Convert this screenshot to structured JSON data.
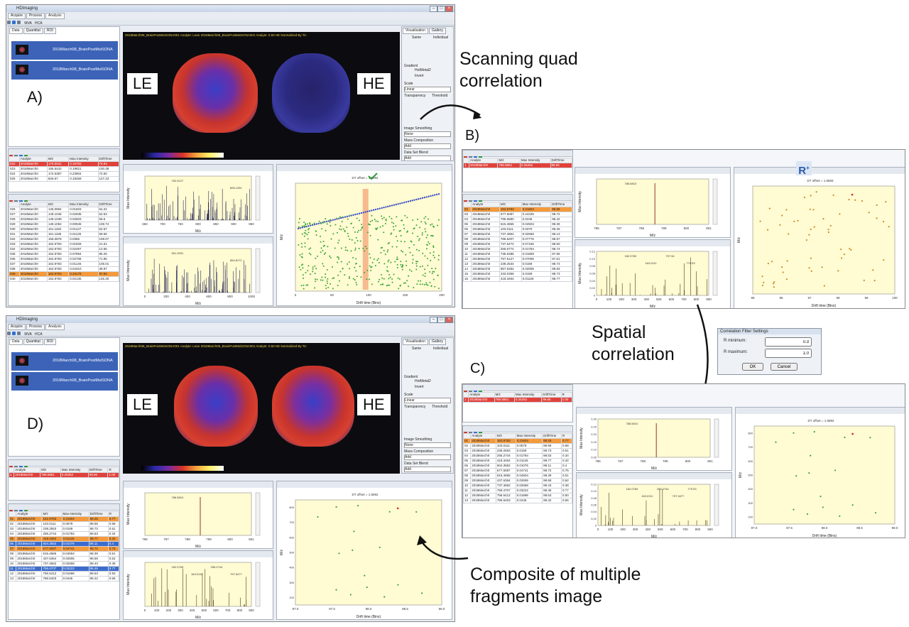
{
  "window": {
    "title": "HDImaging"
  },
  "menu_tabs": [
    "Acquire",
    "Process",
    "Analysis"
  ],
  "toolbar_labels": [
    "MVA",
    "HCA"
  ],
  "left_tabs": [
    "Data",
    "Quantitat",
    "ROI"
  ],
  "datasets": [
    "2018March08_BrainPostMsiSONA",
    "2018March08_BrainPostMsiSONA"
  ],
  "ion_image": {
    "left_label": "LE",
    "right_label": "HE",
    "header_line": "2018March08_BrainPostMsiSONA001 Analyte: Lean 2018March08_BrainPostMsiSONA001 Analyte: 0.50 HE Normalized By Tic"
  },
  "viz_panel": {
    "tabs": [
      "Visualisation",
      "Gallery"
    ],
    "labels": [
      "Same",
      "Individual",
      "Gradient",
      "HotMetal2",
      "Invert",
      "Scale",
      "Linear",
      "Transparency",
      "Threshold",
      "Image Smoothing",
      "None",
      "Mass Composition",
      "Add",
      "Data Set Blend",
      "Add"
    ]
  },
  "table_headers": [
    "Analyte",
    "M/z",
    "Max Intensity",
    "DriftTime",
    "R"
  ],
  "panel_A": {
    "label": "A)",
    "rows": [
      [
        "022",
        "2018March0",
        "176.5041",
        "0.16783",
        "76.83"
      ],
      [
        "023",
        "2018March0",
        "155.5442",
        "0.19821",
        "100.38"
      ],
      [
        "024",
        "2018March0",
        "172.5387",
        "0.23904",
        "72.50"
      ],
      [
        "025",
        "2018March0",
        "826.67",
        "0.18269",
        "127.23"
      ],
      [
        "026",
        "2018March0",
        "145.0894",
        "0.01603",
        "64.22"
      ],
      [
        "027",
        "2018March0",
        "149.1046",
        "0.02936",
        "62.63"
      ],
      [
        "028",
        "2018March0",
        "149.1048",
        "0.02603",
        "56.5"
      ],
      [
        "029",
        "2018March0",
        "149.1052",
        "0.00945",
        "108.74"
      ],
      [
        "030",
        "2018March0",
        "151.1182",
        "0.01127",
        "62.67"
      ],
      [
        "031",
        "2018March0",
        "151.1185",
        "0.01125",
        "59.56"
      ],
      [
        "032",
        "2018March0",
        "155.0878",
        "0.0356",
        "108.07"
      ],
      [
        "033",
        "2018March0",
        "162.9783",
        "0.01828",
        "21.61"
      ],
      [
        "034",
        "2018March0",
        "162.9783",
        "0.02497",
        "12.65"
      ],
      [
        "035",
        "2018March0",
        "162.9783",
        "0.07894",
        "85.25"
      ],
      [
        "036",
        "2018March0",
        "162.9783",
        "0.02708",
        "71.85"
      ],
      [
        "037",
        "2018March0",
        "162.9783",
        "0.01146",
        "105.01"
      ],
      [
        "038",
        "2018March0",
        "162.9783",
        "0.04310",
        "39.97"
      ],
      [
        "039",
        "2018March0",
        "162.9783",
        "0.33178",
        "87.50"
      ],
      [
        "040",
        "2018March0",
        "162.9783",
        "0.02135",
        "145.30"
      ]
    ],
    "spec_le": {
      "xlabel": "M/z",
      "ylabel": "Max Intensity",
      "ticks": [
        "650",
        "700",
        "750",
        "800",
        "850",
        "900",
        "950"
      ],
      "peak_labels": [
        "762.5127",
        "895.1281"
      ]
    },
    "spec_he": {
      "xlabel": "M/z",
      "ylabel": "Max Intensity",
      "ticks": [
        "0",
        "200",
        "400",
        "600",
        "800",
        "1000"
      ],
      "peak_labels": [
        "561.3251",
        "854.8171"
      ]
    },
    "scatter": {
      "title": "DT offset = 1.5892",
      "xlabel": "Drift time (Bins)",
      "ylabel": "M/z",
      "xticks": [
        "0",
        "50",
        "100",
        "150",
        "200"
      ]
    }
  },
  "panel_B": {
    "label": "B)",
    "selected": [
      "1",
      "2018March0",
      "786.5861",
      "0.25252",
      "98.66"
    ],
    "rows": [
      [
        "02",
        "2018March0",
        "162.9783",
        "0.21604",
        "98.59"
      ],
      [
        "03",
        "2018March0",
        "577.5087",
        "0.24345",
        "98.72"
      ],
      [
        "04",
        "2018March0",
        "786.5680",
        "0.0448",
        "98.42"
      ],
      [
        "05",
        "2018March0",
        "615.4665",
        "0.04504",
        "98.39"
      ],
      [
        "06",
        "2018March0",
        "103.0111",
        "0.0370",
        "98.26"
      ],
      [
        "07",
        "2018March0",
        "737.4662",
        "0.02658",
        "98.13"
      ],
      [
        "08",
        "2018March0",
        "786.5207",
        "0.07776",
        "98.57"
      ],
      [
        "09",
        "2018March0",
        "737.5472",
        "0.07156",
        "98.60"
      ],
      [
        "10",
        "2018March0",
        "255.6774",
        "0.01784",
        "98.74"
      ],
      [
        "11",
        "2018March0",
        "736.6386",
        "0.01669",
        "97.66"
      ],
      [
        "12",
        "2018March0",
        "757.5127",
        "0.07006",
        "97.61"
      ],
      [
        "13",
        "2018March0",
        "238.2534",
        "0.0159",
        "98.73"
      ],
      [
        "14",
        "2018March0",
        "857.5284",
        "0.02005",
        "98.83"
      ],
      [
        "15",
        "2018March0",
        "233.0356",
        "0.0159",
        "98.73"
      ],
      [
        "16",
        "2018March0",
        "418.3464",
        "0.01126",
        "98.77"
      ]
    ],
    "spec_le": {
      "xlabel": "M/z",
      "ylabel": "Max Intensity",
      "ticks": [
        "786",
        "787",
        "788",
        "789",
        "800",
        "801"
      ],
      "peak_labels": [
        "786.5810"
      ]
    },
    "spec_he": {
      "xlabel": "M/z",
      "ylabel": "Max Intensity",
      "ticks": [
        "0",
        "100",
        "200",
        "300",
        "400",
        "500",
        "600",
        "700",
        "800",
        "900"
      ],
      "yticks": [
        "0.12",
        "0.10",
        "0.08",
        "0.06",
        "0.04",
        "0.02",
        "0"
      ],
      "peak_labels": [
        "182.0783",
        "163.0111",
        "797.54",
        "779.53"
      ]
    },
    "scatter": {
      "title": "DT offset = 1.5893",
      "xlabel": "Drift time (Bins)",
      "ylabel": "M/z",
      "xticks": [
        "95",
        "96",
        "97",
        "98",
        "99",
        "100"
      ]
    }
  },
  "panel_C": {
    "label": "C)",
    "selected": [
      "1",
      "2018March0",
      "786.5861",
      "0.25252",
      "98.66",
      "1.00"
    ],
    "rows": [
      [
        "01",
        "2018March0",
        "162.9783",
        "0.21604",
        "98.25",
        "0.77"
      ],
      [
        "02",
        "2018March0",
        "103.0111",
        "0.0579",
        "98.58",
        "0.68"
      ],
      [
        "03",
        "2018March0",
        "238.2553",
        "0.0159",
        "98.73",
        "0.51"
      ],
      [
        "04",
        "2018March0",
        "255.2744",
        "0.01784",
        "98.53",
        "0.34"
      ],
      [
        "05",
        "2018March0",
        "418.3464",
        "0.01126",
        "98.77",
        "0.32"
      ],
      [
        "06",
        "2018March0",
        "604.3552",
        "0.01076",
        "98.11",
        "0.4"
      ],
      [
        "07",
        "2018March0",
        "577.5087",
        "0.04741",
        "98.72",
        "0.75"
      ],
      [
        "08",
        "2018March0",
        "615.4665",
        "0.04504",
        "98.39",
        "0.51"
      ],
      [
        "09",
        "2018March0",
        "437.6364",
        "0.02606",
        "98.68",
        "0.62"
      ],
      [
        "10",
        "2018March0",
        "737.4662",
        "0.02658",
        "98.43",
        "0.38"
      ],
      [
        "11",
        "2018March0",
        "759.4707",
        "0.03222",
        "98.45",
        "0.77"
      ],
      [
        "12",
        "2018March0",
        "756.5412",
        "0.01696",
        "98.63",
        "0.50"
      ],
      [
        "13",
        "2018March0",
        "786.5403",
        "0.0445",
        "98.42",
        "0.66"
      ]
    ],
    "spec_le": {
      "xlabel": "M/z",
      "ylabel": "Max Intensity",
      "ticks": [
        "786",
        "787",
        "788",
        "789",
        "800",
        "801"
      ],
      "yticks": [
        "0.30",
        "0.25",
        "0.20",
        "0.15",
        "0.10",
        "0.05"
      ],
      "peak_labels": [
        "786.5810"
      ]
    },
    "spec_he": {
      "xlabel": "M/z",
      "ylabel": "Max Intensity",
      "ticks": [
        "0",
        "100",
        "200",
        "300",
        "400",
        "500",
        "600",
        "700",
        "800",
        "900"
      ],
      "yticks": [
        "0.12",
        "0.10",
        "0.08",
        "0.06",
        "0.04",
        "0.02",
        "0"
      ],
      "peak_labels": [
        "182.0783",
        "163.0111",
        "255.2744",
        "797.5477",
        "779.53"
      ]
    },
    "scatter": {
      "title": "DT offset = 1.5892",
      "xlabel": "Drift time (Bins)",
      "ylabel": "M/z",
      "xticks": [
        "97.0",
        "97.5",
        "98.0",
        "98.5",
        "99.0"
      ],
      "yticks": [
        "800",
        "700",
        "600",
        "500",
        "400",
        "300",
        "200"
      ]
    }
  },
  "panel_D": {
    "label": "D)",
    "selected": [
      "1",
      "2018March0",
      "786.5861",
      "0.25252",
      "98.66",
      "1.00"
    ],
    "rows": [
      [
        "01",
        "2018March0",
        "162.9783",
        "0.21604",
        "98.25",
        "0.77"
      ],
      [
        "02",
        "2018March0",
        "103.0111",
        "0.0579",
        "98.58",
        "0.68"
      ],
      [
        "03",
        "2018March0",
        "238.2553",
        "0.0159",
        "98.73",
        "0.51"
      ],
      [
        "04",
        "2018March0",
        "255.2744",
        "0.01784",
        "98.53",
        "0.34"
      ],
      [
        "05",
        "2018March0",
        "418.3464",
        "0.01126",
        "98.77",
        "0.32"
      ],
      [
        "06",
        "2018March0",
        "604.3552",
        "0.01076",
        "98.11",
        "0.4"
      ],
      [
        "07",
        "2018March0",
        "577.5087",
        "0.04741",
        "98.72",
        "0.75"
      ],
      [
        "08",
        "2018March0",
        "615.4665",
        "0.04504",
        "98.39",
        "0.51"
      ],
      [
        "09",
        "2018March0",
        "437.6364",
        "0.02606",
        "98.68",
        "0.62"
      ],
      [
        "10",
        "2018March0",
        "737.4662",
        "0.02658",
        "98.43",
        "0.38"
      ],
      [
        "11",
        "2018March0",
        "759.4707",
        "0.03222",
        "98.45",
        "0.77"
      ],
      [
        "12",
        "2018March0",
        "756.5412",
        "0.01696",
        "98.63",
        "0.50"
      ],
      [
        "13",
        "2018March0",
        "786.5403",
        "0.0445",
        "98.42",
        "0.66"
      ]
    ],
    "spec_le": {
      "xlabel": "M/z",
      "ylabel": "Max Intensity",
      "ticks": [
        "796",
        "797",
        "798",
        "799",
        "800",
        "801"
      ],
      "peak_labels": [
        "786.5810"
      ]
    },
    "spec_he": {
      "xlabel": "M/z",
      "ylabel": "Max Intensity",
      "ticks": [
        "0",
        "100",
        "200",
        "300",
        "400",
        "500",
        "600",
        "700",
        "800",
        "900"
      ],
      "peak_labels": [
        "182.0783",
        "163.0111",
        "255.2744",
        "797.5477"
      ]
    },
    "scatter": {
      "title": "DT offset = 1.5892",
      "xlabel": "Drift time (Bins)",
      "ylabel": "M/z",
      "xticks": [
        "97.0",
        "97.5",
        "98.0",
        "98.5",
        "99.0"
      ],
      "yticks": [
        "800",
        "700",
        "600",
        "500",
        "400",
        "300",
        "200"
      ]
    }
  },
  "annotations": {
    "scanning": "Scanning quad correlation",
    "spatial": "Spatial correlation",
    "composite": "Composite of multiple fragments image"
  },
  "dialog": {
    "title": "Correlation Filter Settings",
    "min_label": "R minimum:",
    "min_value": "0.3",
    "max_label": "R maximum:",
    "max_value": "1.0",
    "ok": "OK",
    "cancel": "Cancel"
  },
  "colors": {
    "highlight_red": "#e1413a",
    "highlight_orange": "#f59a3c",
    "highlight_blue": "#3b6ccc",
    "plot_bg": "#fffbd2",
    "points_green": "#3aa63c",
    "points_blue": "#3b4fc8"
  }
}
